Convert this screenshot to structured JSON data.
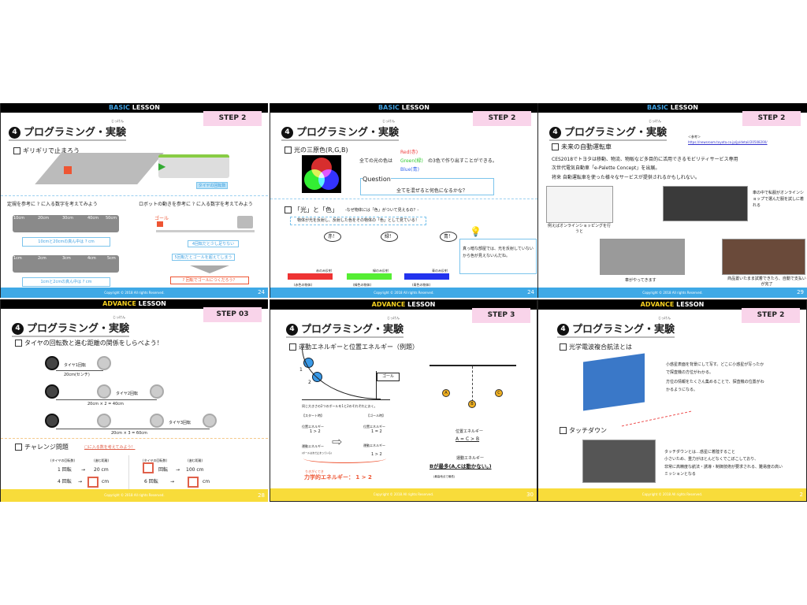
{
  "common": {
    "title": "プログラミング・実験",
    "ruby": "じっけん",
    "num": "4",
    "copyright": "Copyright © 2018 All rights Reserved."
  },
  "slides": [
    {
      "lesson_accent": "BASIC",
      "lesson": "LESSON",
      "step": "STEP 2",
      "page": "24",
      "sub": "ギリギリで止まろう",
      "block_label": "タイヤの回転数",
      "left_task": "定規を参考に ? に入る数字を考えてみよう",
      "right_task": "ロボットの動きを参考に ? に入る数字を考えてみよう",
      "ruler1": [
        "10cm",
        "20cm",
        "30cm",
        "40cm",
        "50cm"
      ],
      "ruler1_q": "10cmと20cmの真ん中は ? cm",
      "ruler2": [
        "1cm",
        "2cm",
        "3cm",
        "4cm",
        "5cm"
      ],
      "ruler2_q": "1cmと2cmの真ん中は ? cm",
      "goal": "ゴール",
      "r1": "4回転だと少し足りない",
      "r2": "5回転だとゴールを超えてしまう",
      "r3": "? 回転でゴールにつくだろう？",
      "q": "?"
    },
    {
      "lesson_accent": "BASIC",
      "lesson": "LESSON",
      "step": "STEP 2",
      "page": "24",
      "sub": "光の三原色(R,G,B)",
      "red": "Red(赤)",
      "green": "Green(緑)",
      "blue": "Blue(青)",
      "desc": "全ての光の色は",
      "desc2": "の3色で作り出すことができる。",
      "question": "Question",
      "question_text": "全てを混ぜると何色になるかな？",
      "sub2": "「光」と「色」",
      "sub2_note": "-なぜ物体には「色」がついて見えるの？-",
      "explain": "物体が光を反射し、反射した色をその物体の「色」として見ている！",
      "bubbles": [
        "赤！",
        "緑！",
        "青！"
      ],
      "refl": [
        "赤のみ反射",
        "緑のみ反射",
        "青のみ反射"
      ],
      "objs": [
        "(赤色の物体)",
        "(緑色の物体)",
        "(青色の物体)"
      ],
      "tip": "真っ暗な部屋では、光を反射していないから色が見えないんだね。"
    },
    {
      "lesson_accent": "BASIC",
      "lesson": "LESSON",
      "step": "STEP 2",
      "page": "29",
      "sub": "未来の自動運転車",
      "ref": "＜参考＞",
      "ref_url": "https://newsroom.toyota.co.jp/jp/detail/20508200/",
      "body": [
        "CES2018でトヨタは移動、物流、物販など多目的に活用できるモビリティサービス専用",
        "次世代電気自動車「e-Palette Concept」を出展。",
        "将来 自動運転車を使った様々なサービスが提供されるかもしれない。"
      ],
      "cap1": "例えばオンラインショッピングを行うと",
      "cap2": "車がやってきます",
      "cap3": "車の中で私服がオンラインショップで選んだ服を試しに着れる",
      "cap4": "商品置いたまま試着できたら、自動で支払いが完了"
    },
    {
      "lesson_accent": "ADVANCE",
      "lesson": "LESSON",
      "step": "STEP 03",
      "page": "28",
      "sub": "タイヤの回転数と進む距離の関係をしらべよう！",
      "r1": "タイヤ1回転",
      "r1d": "20cm(センチ)",
      "r2": "タイヤ2回転",
      "r2d": "20cm × 2 = 40cm",
      "r3": "タイヤ3回転",
      "r3d": "20cm × 3 = 60cm",
      "sub2": "チャレンジ問題",
      "hint": "□に入る数を考えてみよう！",
      "h1": "(タイヤの回転数)",
      "h2": "(進む距離)",
      "a1": "1 回転",
      "a1v": "20 cm",
      "a2": "4 回転",
      "b1": "回転",
      "b1v": "100 cm",
      "b2": "6 回転",
      "cm": "cm",
      "arrow": "→"
    },
    {
      "lesson_accent": "ADVANCE",
      "lesson": "LESSON",
      "step": "STEP 3",
      "page": "30",
      "sub": "運動エネルギーと位置エネルギー（例題）",
      "goal": "ゴール",
      "n1": "1",
      "n2": "2",
      "note": "同じ大きさの2つのボールを1と2のそれぞれにおく。",
      "start": "【スタート時】",
      "goalt": "【ゴール時】",
      "pot": "位置エネルギー",
      "pot1": "1 > 2",
      "pot2": "1 = 2",
      "kin": "運動エネルギー",
      "kin_note": "(ボールはまだ止まっている)",
      "kin2": "1 > 2",
      "mech": "力学的エネルギー： 1 > 2",
      "mech_ruby": "りきがくてき",
      "pa": "A",
      "pb": "B",
      "pc": "C",
      "ppot": "位置エネルギー",
      "ppot_v": "A = C > B",
      "pkin": "運動エネルギー",
      "pkin_v": "Bが最多(A,Cは動かない。)",
      "pkin_note": "(最高地点で最低)"
    },
    {
      "lesson_accent": "ADVANCE",
      "lesson": "LESSON",
      "step": "STEP 2",
      "page": "2",
      "sub": "光学電波複合航法とは",
      "body": [
        "小惑星表面を背景にして写す。どこに小惑星が写ったか",
        "で探査機の方位がわかる。",
        "方位の情報をたくさん集めることで、探査機の位置がわ",
        "かるようになる。"
      ],
      "sub2": "タッチダウン",
      "body2": [
        "タッチダウンとは…惑星に着陸すること",
        "小さいため、重力がほとんどなくでこぼこしており、",
        "非常に高精度な航法・誘導・制御技術が要求される、難易度の高い",
        "ミッションとなる"
      ]
    }
  ]
}
